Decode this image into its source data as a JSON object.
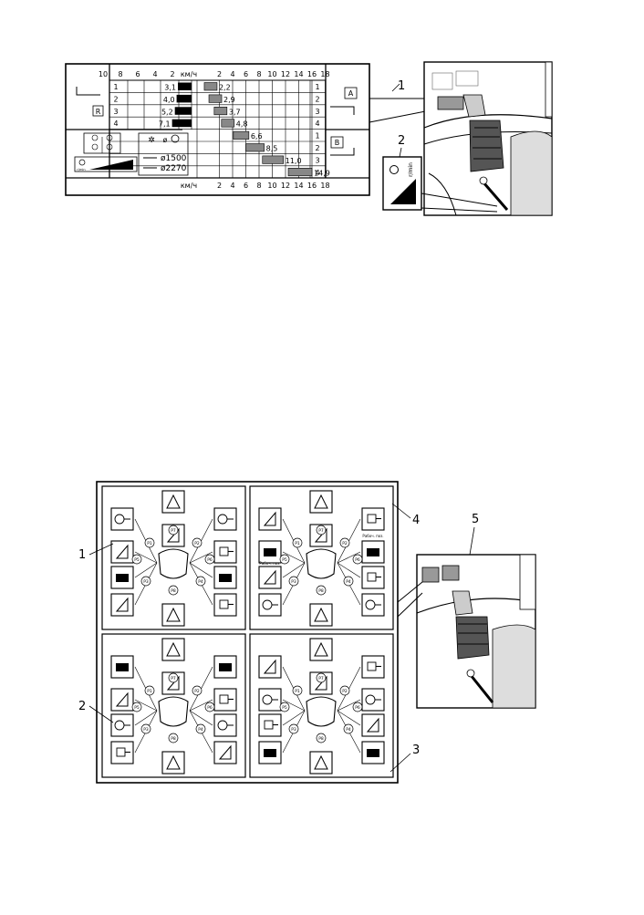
{
  "speed_table": {
    "unit_label": "км/ч",
    "left_ticks": [
      "10",
      "8",
      "6",
      "4",
      "2"
    ],
    "right_ticks": [
      "2",
      "4",
      "6",
      "8",
      "10",
      "12",
      "14",
      "16",
      "18"
    ],
    "gear_labels": [
      "1",
      "2",
      "3",
      "4"
    ],
    "reverse_range_label": "R",
    "forward_range_a_label": "A",
    "forward_range_b_label": "B",
    "reverse_speeds": [
      {
        "gear": "1",
        "value": 3.1,
        "label": "3,1"
      },
      {
        "gear": "2",
        "value": 4.0,
        "label": "4,0"
      },
      {
        "gear": "3",
        "value": 5.2,
        "label": "5,2"
      },
      {
        "gear": "4",
        "value": 7.1,
        "label": "7,1"
      }
    ],
    "forward_speeds_a": [
      {
        "gear": "1",
        "value": 2.2,
        "label": "2,2"
      },
      {
        "gear": "2",
        "value": 2.9,
        "label": "2,9"
      },
      {
        "gear": "3",
        "value": 3.7,
        "label": "3,7"
      },
      {
        "gear": "4",
        "value": 4.8,
        "label": "4,8"
      }
    ],
    "forward_speeds_b": [
      {
        "gear": "1",
        "value": 6.6,
        "label": "6,6"
      },
      {
        "gear": "2",
        "value": 8.5,
        "label": "8,5"
      },
      {
        "gear": "3",
        "value": 11.0,
        "label": "11,0"
      },
      {
        "gear": "4",
        "value": 14.9,
        "label": "14,9"
      }
    ],
    "tyre_rows": [
      {
        "label": "ø1500"
      },
      {
        "label": "ø2270"
      }
    ],
    "rpm_small_label": "r/min"
  },
  "rpm_decal": {
    "label": "r/min"
  },
  "callouts": {
    "c1": "1",
    "c2": "2",
    "c3": "3",
    "c4": "4",
    "c5": "5"
  },
  "pattern_labels": {
    "p1": "P1",
    "p2": "P2",
    "p3": "P3",
    "p4": "P4",
    "p5": "P5",
    "p6": "P6",
    "p7": "P7",
    "p8": "P8",
    "float": "Рабоч. поз."
  }
}
